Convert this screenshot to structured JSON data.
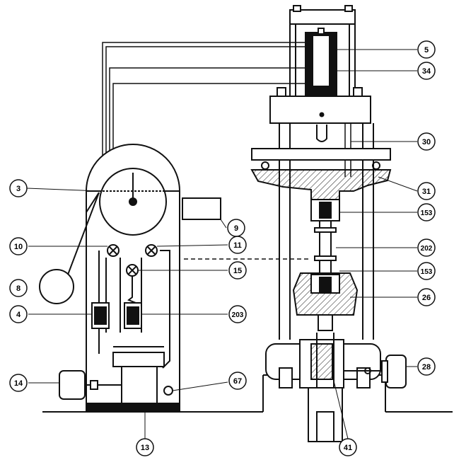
{
  "diagram": {
    "type": "technical-drawing",
    "subject": "hydraulic universal testing machine, schematic front elevation",
    "callouts": [
      {
        "id": "callout-5",
        "label": "5"
      },
      {
        "id": "callout-34",
        "label": "34"
      },
      {
        "id": "callout-30",
        "label": "30"
      },
      {
        "id": "callout-31",
        "label": "31"
      },
      {
        "id": "callout-153-upper",
        "label": "153"
      },
      {
        "id": "callout-202",
        "label": "202"
      },
      {
        "id": "callout-153-lower",
        "label": "153"
      },
      {
        "id": "callout-26",
        "label": "26"
      },
      {
        "id": "callout-28",
        "label": "28"
      },
      {
        "id": "callout-41",
        "label": "41"
      },
      {
        "id": "callout-3",
        "label": "3"
      },
      {
        "id": "callout-9",
        "label": "9"
      },
      {
        "id": "callout-10",
        "label": "10"
      },
      {
        "id": "callout-11",
        "label": "11"
      },
      {
        "id": "callout-15",
        "label": "15"
      },
      {
        "id": "callout-8",
        "label": "8"
      },
      {
        "id": "callout-4",
        "label": "4"
      },
      {
        "id": "callout-203",
        "label": "203"
      },
      {
        "id": "callout-14",
        "label": "14"
      },
      {
        "id": "callout-67",
        "label": "67"
      },
      {
        "id": "callout-13",
        "label": "13"
      }
    ]
  }
}
